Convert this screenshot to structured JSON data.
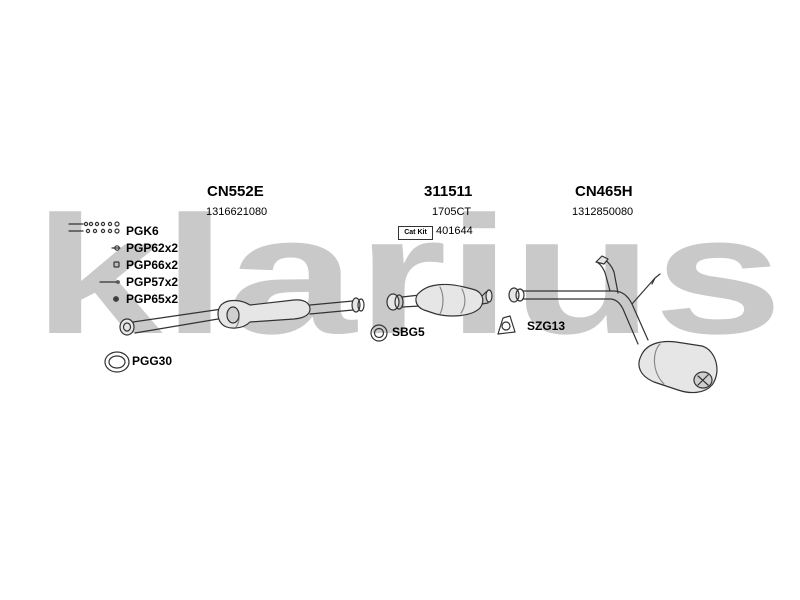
{
  "watermark": {
    "text": "klarius",
    "color": "#c9c9c9"
  },
  "sections": [
    {
      "code": "CN552E",
      "number": "1316621080"
    },
    {
      "code": "311511",
      "number": "1705CT",
      "cat_badge": "Cat Kit",
      "cat_number": "401644"
    },
    {
      "code": "CN465H",
      "number": "1312850080"
    }
  ],
  "kits": {
    "pgk6": "PGK6",
    "pgp62": "PGP62x2",
    "pgp66": "PGP66x2",
    "pgp57": "PGP57x2",
    "pgp65": "PGP65x2",
    "pgg30": "PGG30",
    "sbg5": "SBG5",
    "szg13": "SZG13"
  },
  "colors": {
    "line": "#333333",
    "part_fill": "#e6e6e6",
    "shade": "#bdbdbd"
  },
  "icons": [
    "bolt-icon",
    "clamp-icon",
    "rubber-mount-icon",
    "hanger-icon",
    "gasket-ring-icon",
    "flange-gasket-icon"
  ]
}
